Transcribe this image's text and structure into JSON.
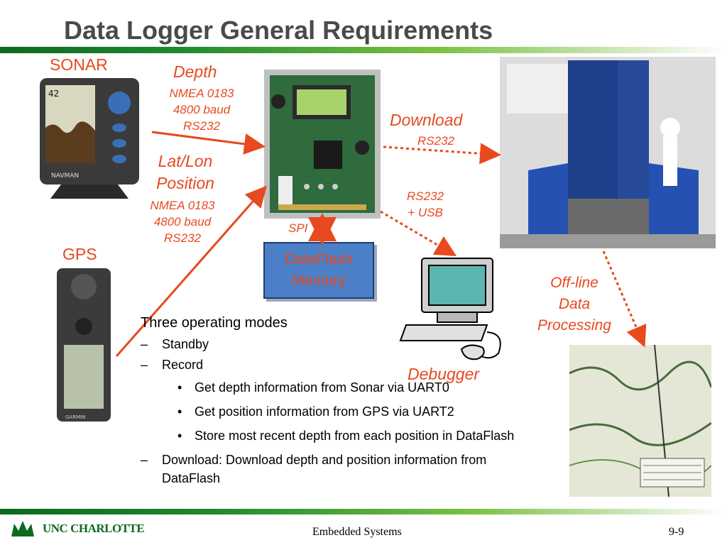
{
  "slide": {
    "title": "Data Logger General Requirements",
    "footer_center": "Embedded Systems",
    "page_number": "9-9",
    "logo_text": "UNC CHARLOTTE"
  },
  "diagram": {
    "sonar_label": "SONAR",
    "gps_label": "GPS",
    "depth": {
      "title": "Depth",
      "lines": [
        "NMEA 0183",
        "4800 baud",
        "RS232"
      ]
    },
    "latlon": {
      "title_lines": [
        "Lat/Lon",
        "Position"
      ],
      "lines": [
        "NMEA 0183",
        "4800 baud",
        "RS232"
      ]
    },
    "download": {
      "title": "Download",
      "sub": "RS232"
    },
    "rs232_usb": [
      "RS232",
      "+ USB"
    ],
    "spi": "SPI",
    "dataflash": [
      "DataFlash",
      "Memory"
    ],
    "offline": [
      "Off-line",
      "Data",
      "Processing"
    ],
    "debugger": "Debugger",
    "accent_color": "#e8491e",
    "box_color": "#4b7fc6"
  },
  "bullets": {
    "heading": "Three operating modes",
    "standby": "Standby",
    "record": "Record",
    "record_items": [
      "Get depth information from Sonar via UART0",
      "Get position information from GPS via UART2",
      "Store most recent depth from each position in DataFlash"
    ],
    "download": "Download:  Download depth and position information from DataFlash",
    "dash": "–",
    "dot": "•"
  }
}
